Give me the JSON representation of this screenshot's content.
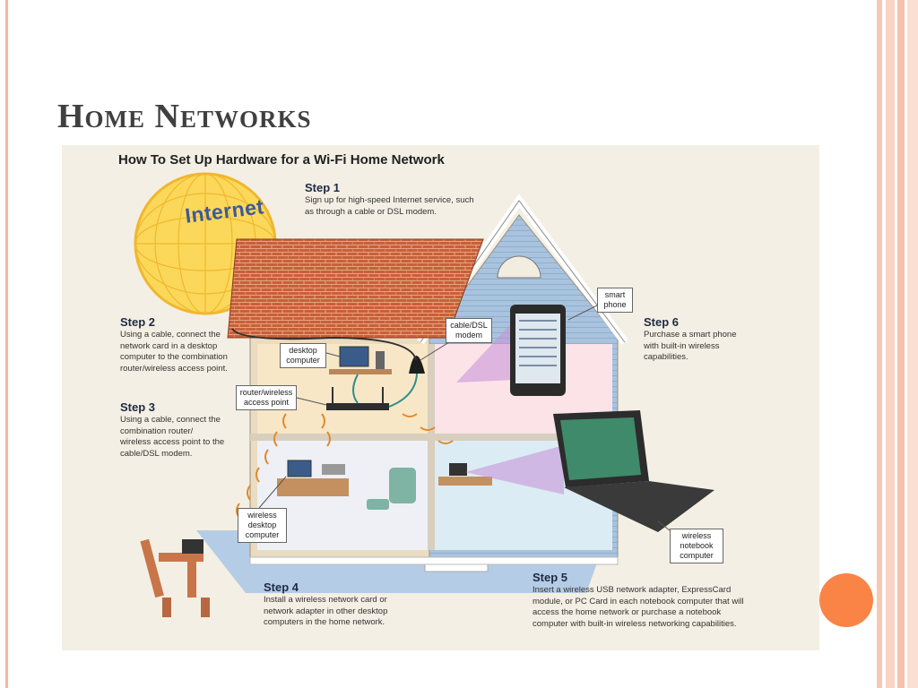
{
  "slide": {
    "title": "Home Networks"
  },
  "figure": {
    "title": "How To Set Up Hardware for a Wi-Fi Home Network",
    "internet_label": "Internet",
    "steps": [
      {
        "heading": "Step 1",
        "text": "Sign up for high-speed Internet service, such as through a cable or DSL modem."
      },
      {
        "heading": "Step 2",
        "text": "Using a cable, connect the network card in a desktop computer to the combination router/wireless access point."
      },
      {
        "heading": "Step 3",
        "text": "Using a cable, connect the combination router/ wireless access point to the cable/DSL modem."
      },
      {
        "heading": "Step 4",
        "text": "Install a wireless network card or network adapter in other desktop computers in the home network."
      },
      {
        "heading": "Step 5",
        "text": "Insert a wireless USB network adapter, ExpressCard module, or PC Card in each notebook computer that will access the home network or purchase a notebook computer with built-in wireless networking capabilities."
      },
      {
        "heading": "Step 6",
        "text": "Purchase a smart phone with built-in wireless capabilities."
      }
    ],
    "callouts": {
      "desktop_computer": "desktop computer",
      "router": "router/wireless access point",
      "modem": "cable/DSL modem",
      "smart_phone": "smart phone",
      "wireless_desktop": "wireless desktop computer",
      "wireless_notebook": "wireless notebook computer"
    }
  },
  "colors": {
    "title_text": "#404040",
    "accent_orange": "#f98446",
    "stripe_peach": "#f7c8b4",
    "figure_background": "#f4efe4",
    "roof_brick": "#c8603a",
    "siding_blue": "#a9c3de",
    "wireless_waves": "#e08a2e"
  }
}
